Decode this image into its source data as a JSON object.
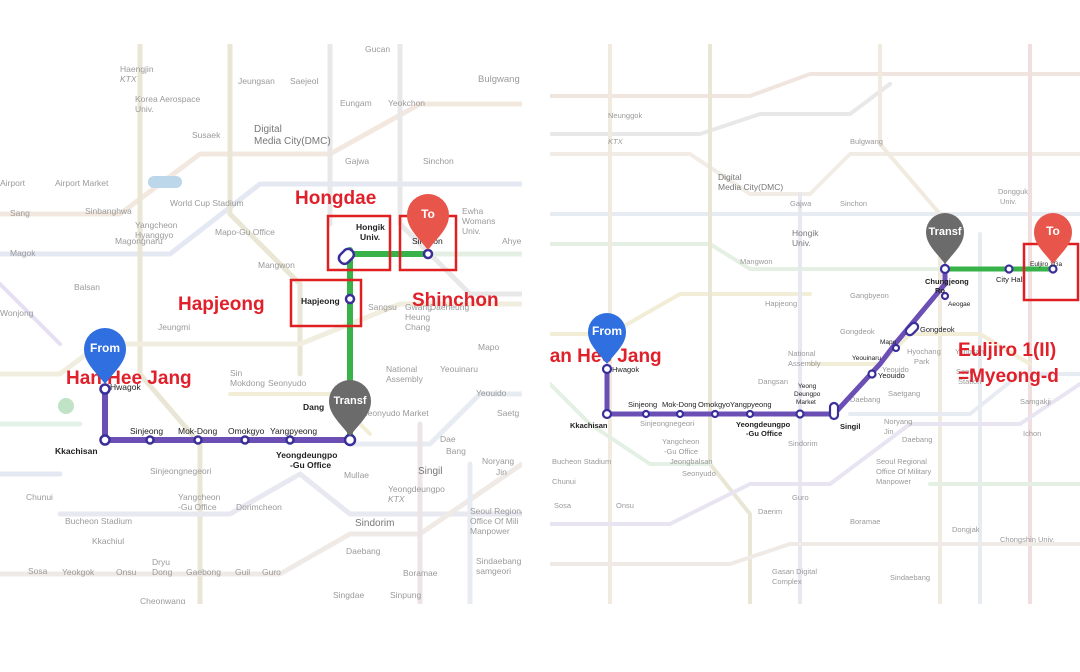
{
  "left_map": {
    "origin": {
      "marker_label": "From",
      "station_label": "Han Hee Jang",
      "color": "#2f6fe0"
    },
    "transfer": {
      "marker_label": "Transf",
      "color": "#6b6b6b"
    },
    "destination": {
      "marker_label": "To",
      "color": "#e8554a"
    },
    "callouts": {
      "hongdae": "Hongdae",
      "hapjeong": "Hapjeong",
      "shinchon": "Shinchon"
    },
    "route_stations": {
      "hwagok": "Hwagok",
      "kkachisan": "Kkachisan",
      "sinjeong": "Sinjeong",
      "mokdong": "Mok-Dong",
      "omokgyo": "Omokgyo",
      "yangpyeong": "Yangpyeong",
      "ydp_l1": "Yeongdeungpo",
      "ydp_l2": "-Gu Office",
      "dang": "Dang",
      "hapjeong_small": "Hapjeong",
      "hongik_l1": "Hongik",
      "hongik_l2": "Univ.",
      "sinchon_small": "Sinchon"
    },
    "background_stations": [
      "Gucan",
      "Haengjin",
      "KTX",
      "Korea Aerospace",
      "Univ.",
      "Susaek",
      "Jeungsan",
      "Saejeol",
      "Eungam",
      "Yeokchon",
      "Bulgwang",
      "Digital",
      "Media City(DMC)",
      "Gajwa",
      "Sinchon",
      "Airport",
      "Airport Market",
      "World Cup Stadium",
      "Sang",
      "Magok",
      "Sinbanghwa",
      "Magongnaru",
      "Yangcheon",
      "Hyanggyo",
      "Mapo-Gu Office",
      "Balsan",
      "Ewha",
      "Womans",
      "Univ.",
      "Ahye",
      "Mangwon",
      "Sangsu",
      "Gwang",
      "Heung",
      "Chang",
      "Daeheung",
      "Wonjong",
      "Jeungmi",
      "Sin",
      "Mokdong",
      "Seonyudo",
      "National",
      "Assembly",
      "Yeouinaru",
      "Mapo",
      "Yeouido",
      "Seonyudo Market",
      "Saetg",
      "Sinjeongnegeori",
      "Yangcheon",
      "-Gu Office",
      "Dorimcheon",
      "Mullae",
      "Dae",
      "Bang",
      "Singil",
      "Noryang",
      "Jin",
      "Chunui",
      "Bucheon Stadium",
      "Kkachiul",
      "Yeongdeungpo",
      "KTX",
      "Sindorim",
      "Seoul Regional",
      "Office Of Mili",
      "Manpower",
      "Sosa",
      "Yeokgok",
      "Onsu",
      "Dryu",
      "Dong",
      "Gaebong",
      "Guil",
      "Guro",
      "Daebang",
      "Boramae",
      "Singdae",
      "Sindaebang",
      "samgeori",
      "Sinpung",
      "Cheonwang"
    ]
  },
  "right_map": {
    "origin": {
      "marker_label": "From",
      "station_label": "Han Hee Jang",
      "color": "#2f6fe0"
    },
    "transfer": {
      "marker_label": "Transf",
      "color": "#6b6b6b"
    },
    "destination": {
      "marker_label": "To",
      "color": "#e8554a"
    },
    "callouts": {
      "euljiro_l1": "Euljiro 1(Il)",
      "euljiro_l2": "=Myeong-d"
    },
    "route_stations": {
      "hwagok": "Hwagok",
      "kkachisan": "Kkachisan",
      "sinjeong": "Sinjeong",
      "mokdong": "Mok-Dong",
      "omokgyo": "Omokgyo",
      "yangpyeong": "Yangpyeong",
      "ydp_l1": "Yeongdeungpo",
      "ydp_l2": "-Gu Office",
      "singil": "Singil",
      "yeouido": "Yeouido",
      "gongdeok": "Gongdeok",
      "chungjeong_l1": "Chungjeong",
      "chungjeong_l2": "Ro",
      "city_hall": "City Hall",
      "euljiro_small": "Euljiro 1Ga",
      "yeong_l1": "Yeong",
      "yeong_l2": "Deungpo",
      "yeong_l3": "Market",
      "aeogae": "Aeogae",
      "mapo": "Mapo",
      "yeouinaru": "Yeouinaru"
    },
    "background_stations": [
      "Neunggok",
      "KTX",
      "Bulgwang",
      "Digital",
      "Media City(DMC)",
      "Gajwa",
      "Sinchon",
      "Hongik",
      "Univ.",
      "Hapjeong",
      "Mangwon",
      "Gangbyeon",
      "National",
      "Assembly",
      "Dangsan",
      "Yeouido",
      "Saetgang",
      "Daebang",
      "Noryang",
      "Jin",
      "Sindorim",
      "Guro",
      "Daerim",
      "Sinjeongnegeori",
      "Bucheon Stadium",
      "Chunui",
      "Sosa",
      "Onsu",
      "Gasan Digital",
      "Complex",
      "Boramae",
      "Sindaebang",
      "Dongjak",
      "Samgakji",
      "Hyochang",
      "Park",
      "Yongsan",
      "Seoul",
      "Station",
      "Ichon",
      "Dongguk",
      "Univ.",
      "Chongshin Univ.",
      "Seoul Regional",
      "Office Of Military",
      "Manpower",
      "Daebang",
      "Gongdeok",
      "Jeongbalsan",
      "Seonyudo",
      "Yangcheon",
      "-Gu Office"
    ]
  }
}
